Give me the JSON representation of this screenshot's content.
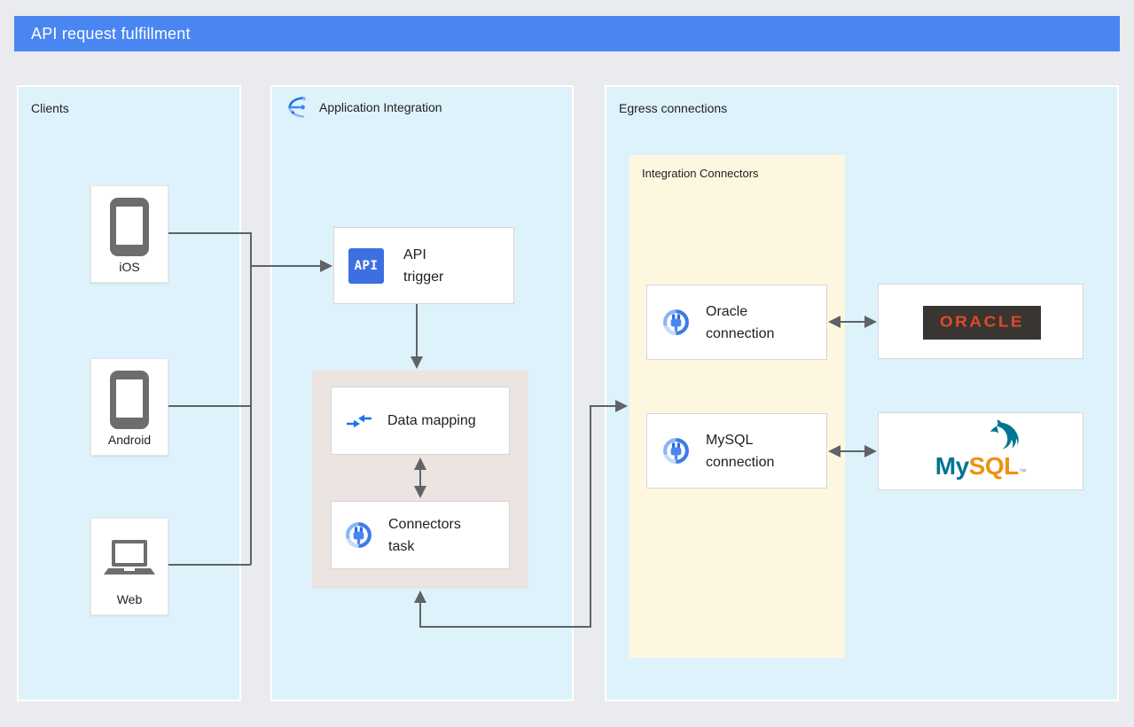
{
  "title": "API request fulfillment",
  "clients": {
    "label": "Clients",
    "items": [
      {
        "label": "iOS",
        "icon": "phone-icon"
      },
      {
        "label": "Android",
        "icon": "phone-icon"
      },
      {
        "label": "Web",
        "icon": "laptop-icon"
      }
    ]
  },
  "application_integration": {
    "label": "Application Integration",
    "icon": "application-integration-icon",
    "api_trigger": {
      "icon_text": "API",
      "line1": "API",
      "line2": "trigger"
    },
    "data_mapping": {
      "label": "Data mapping",
      "icon": "data-mapping-icon"
    },
    "connectors_task": {
      "line1": "Connectors",
      "line2": "task",
      "icon": "connectors-icon"
    }
  },
  "egress": {
    "label": "Egress connections",
    "integration_connectors": {
      "label": "Integration Connectors",
      "oracle": {
        "line1": "Oracle",
        "line2": "connection",
        "icon": "connectors-icon"
      },
      "mysql": {
        "line1": "MySQL",
        "line2": "connection",
        "icon": "connectors-icon"
      }
    },
    "oracle_logo": {
      "text": "ORACLE"
    },
    "mysql_logo": {
      "my": "My",
      "sql": "SQL",
      "tm": "™"
    }
  },
  "colors": {
    "header_blue": "#4a86f2",
    "panel_blue": "#def2fc",
    "integration_connectors_yellow": "#fef7e0",
    "subflow_beige": "#ebe4e0",
    "wire_gray": "#5f6368",
    "api_icon_blue": "#3e6fe1",
    "oracle_red": "#de4a2c",
    "oracle_badge_bg": "#393531",
    "mysql_teal": "#00758f",
    "mysql_orange": "#ee9211",
    "device_gray": "#6d6d6d"
  }
}
